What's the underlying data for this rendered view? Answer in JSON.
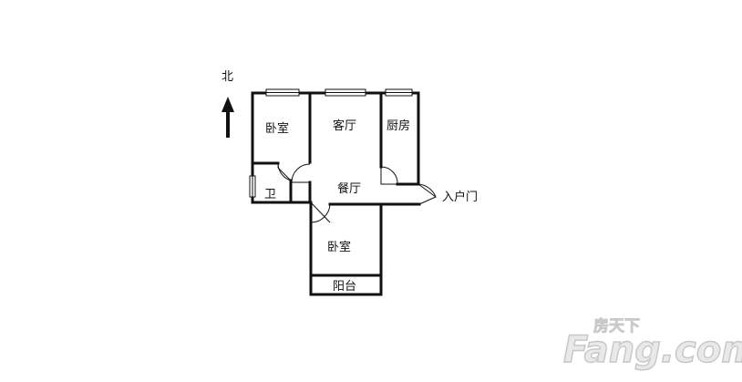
{
  "compass": {
    "label": "北"
  },
  "rooms": {
    "bedroom_north": "卧室",
    "living_room": "客厅",
    "kitchen": "厨房",
    "dining_room": "餐厅",
    "bathroom": "卫",
    "bedroom_south": "卧室",
    "balcony": "阳台"
  },
  "entrance": {
    "label": "入户门"
  },
  "watermark": {
    "brand_cn": "房天下",
    "brand_en": "Fang.com"
  },
  "colors": {
    "line": "#111111",
    "watermark": "#c9c9c9"
  }
}
